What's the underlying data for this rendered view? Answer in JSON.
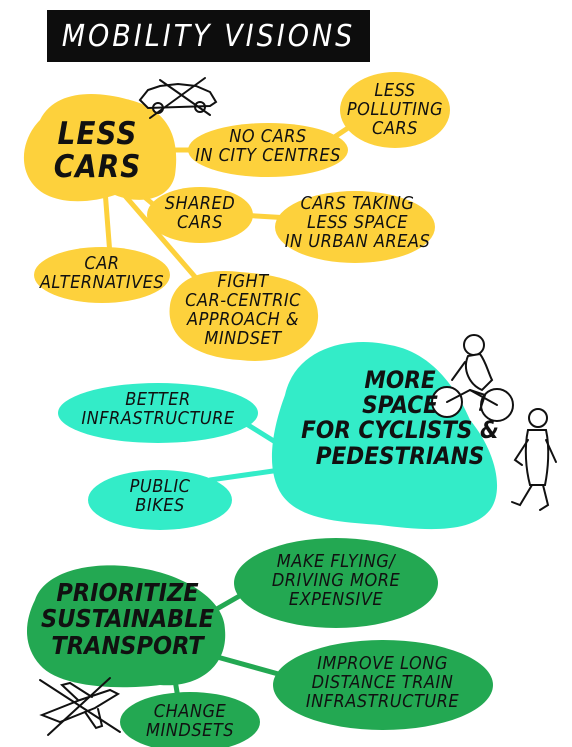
{
  "title": "MOBILITY VISIONS",
  "colors": {
    "yellow": "#fdd13c",
    "turquoise": "#33ecc8",
    "green": "#23a852",
    "ink": "#111111",
    "title_bg": "#0d0d0d",
    "title_text": "#ffffff"
  },
  "clusters": [
    {
      "id": "less-cars",
      "main": [
        "LESS",
        "CARS"
      ],
      "icon": "crossed-out-car-icon",
      "nodes": [
        [
          "NO CARS",
          "IN CITY CENTRES"
        ],
        [
          "LESS",
          "POLLUTING",
          "CARS"
        ],
        [
          "SHARED",
          "CARS"
        ],
        [
          "CARS TAKING",
          "LESS SPACE",
          "IN URBAN AREAS"
        ],
        [
          "CAR",
          "ALTERNATIVES"
        ],
        [
          "FIGHT",
          "CAR-CENTRIC",
          "APPROACH &",
          "MINDSET"
        ]
      ]
    },
    {
      "id": "more-space",
      "main": [
        "MORE",
        "SPACE",
        "FOR CYCLISTS &",
        "PEDESTRIANS"
      ],
      "icons": [
        "cyclist-icon",
        "pedestrian-icon"
      ],
      "nodes": [
        [
          "BETTER",
          "INFRASTRUCTURE"
        ],
        [
          "PUBLIC",
          "BIKES"
        ]
      ]
    },
    {
      "id": "prioritize",
      "main": [
        "PRIORITIZE",
        "SUSTAINABLE",
        "TRANSPORT"
      ],
      "icon": "crossed-out-plane-icon",
      "nodes": [
        [
          "MAKE FLYING/",
          "DRIVING MORE",
          "EXPENSIVE"
        ],
        [
          "IMPROVE LONG",
          "DISTANCE TRAIN",
          "INFRASTRUCTURE"
        ],
        [
          "CHANGE",
          "MINDSETS"
        ]
      ]
    }
  ]
}
